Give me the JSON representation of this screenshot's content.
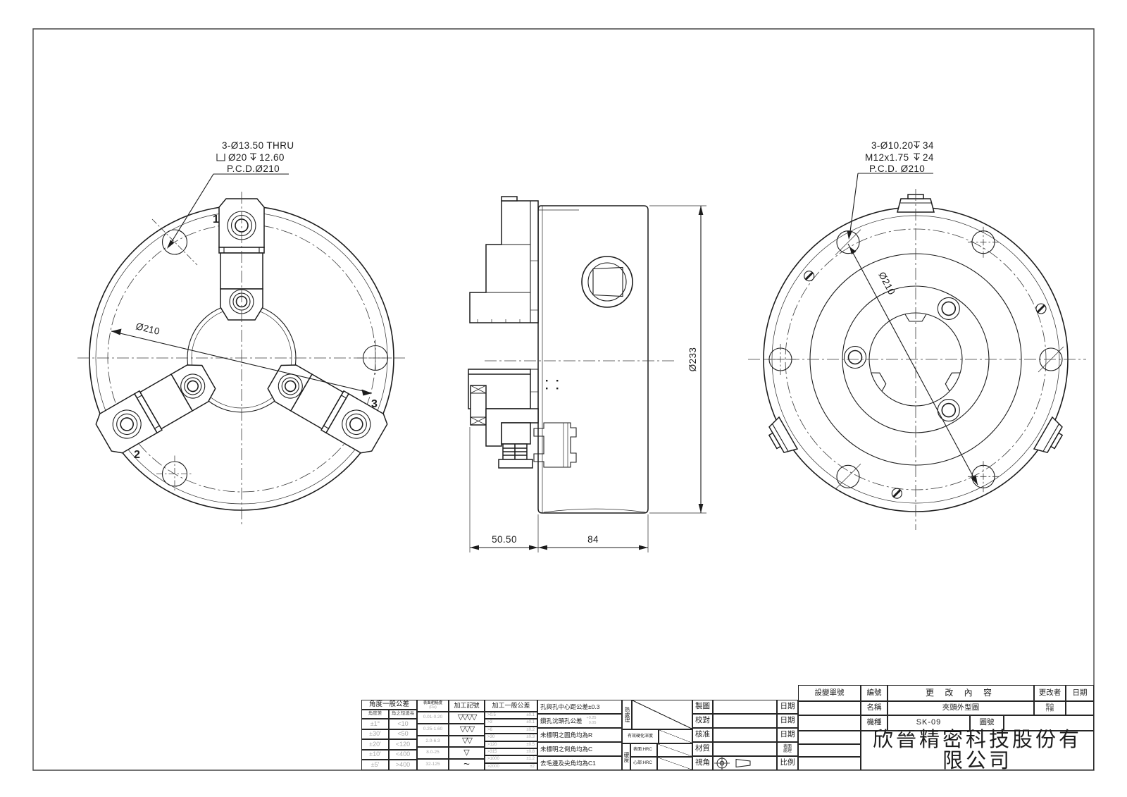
{
  "callouts": {
    "front": {
      "l1": "3-Ø13.50 THRU",
      "l2_dia": "Ø20",
      "l2_depth": "12.60",
      "l3": "P.C.D.Ø210"
    },
    "back": {
      "l1_pre": "3-Ø10.20",
      "l1_depth": "34",
      "l2_pre": "M12x1.75",
      "l2_depth": "24",
      "l3": "P.C.D. Ø210"
    }
  },
  "dimensions": {
    "front_pcd": "Ø210",
    "back_pcd": "Ø210",
    "outer_dia": "Ø233",
    "jaw_depth": "50.50",
    "body_width": "84"
  },
  "jaw_labels": {
    "jaw1": "1",
    "jaw2": "2",
    "jaw3": "3"
  },
  "tolerance_table": {
    "angle": {
      "header": "角度一般公差",
      "col1": "角度差",
      "col2": "角之短邊長",
      "rows": [
        [
          "±1°",
          "<10"
        ],
        [
          "±30'",
          "<50"
        ],
        [
          "±20'",
          "<120"
        ],
        [
          "±10'",
          "<400"
        ],
        [
          "±5'",
          ">400"
        ]
      ]
    },
    "roughness": {
      "header": "表面粗糙度",
      "sub": "(Ra)",
      "rows": [
        "0.01-0.20",
        "0.25-1.60",
        "2.0-6.3",
        "8.0-25",
        "32-125"
      ]
    },
    "symbols": {
      "header": "加工記號",
      "rows": [
        "▽▽▽▽",
        "▽▽▽",
        "▽▽",
        "▽",
        "~"
      ]
    },
    "general": {
      "header": "加工一般公差",
      "rows": [
        [
          ">0.5",
          "±0.1"
        ],
        [
          ">3",
          "±0.1"
        ],
        [
          ">6",
          "±0.2"
        ],
        [
          ">30",
          "±0.3"
        ],
        [
          ">120",
          "±0.5"
        ],
        [
          ">315",
          "±0.8"
        ],
        [
          ">1000",
          "±1.2"
        ],
        [
          ">2000",
          "±2"
        ]
      ]
    },
    "notes": [
      "孔與孔中心距公差±0.3",
      "鑽孔沈頭孔公差",
      "未標明之圓角均為R",
      "未標明之倒角均為C",
      "去毛邊及尖角均為C1"
    ],
    "note2_upper": "+0.25",
    "note2_lower": "0.05",
    "heat": "熱處理",
    "depth": "有效硬化深度",
    "hard": "硬度",
    "surf": "表面:HRC",
    "core": "心部:HRC"
  },
  "signoff": {
    "draw": "製圖",
    "check": "校對",
    "approve": "核准",
    "material": "材質",
    "view": "視角",
    "date": "日期",
    "surface1": "表面",
    "surface2": "處理",
    "scale": "比例"
  },
  "title_block": {
    "change_no": "設變單號",
    "serial": "編號",
    "change_content": "更 改 內 容",
    "changer": "更改者",
    "date": "日期",
    "name_label": "名稱",
    "name_value": "夾頭外型圖",
    "per_unit1": "每台",
    "per_unit2": "件數",
    "model_label": "機種",
    "model_value": "SK-09",
    "dwg_label": "圖號",
    "company": "欣晉精密科技股份有限公司"
  }
}
